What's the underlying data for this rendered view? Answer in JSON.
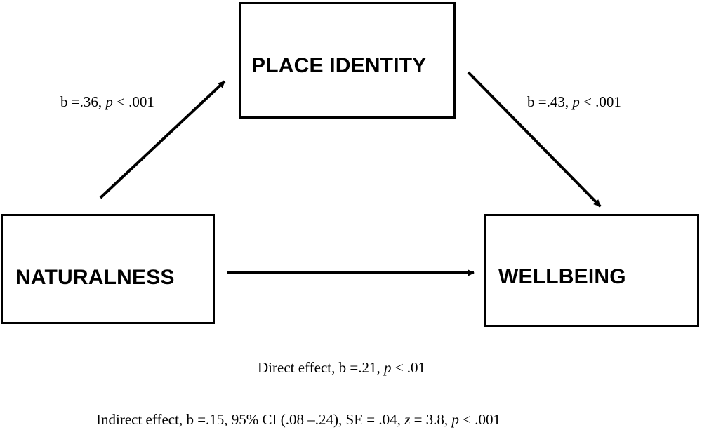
{
  "nodes": {
    "mediator": {
      "label": "PLACE IDENTITY"
    },
    "predictor": {
      "label": "NATURALNESS"
    },
    "outcome": {
      "label": "WELLBEING"
    }
  },
  "paths": {
    "a": {
      "prefix": "b =.36, ",
      "stat": "p",
      "suffix": " < .001"
    },
    "b": {
      "prefix": "b =.43, ",
      "stat": "p",
      "suffix": " < .001"
    }
  },
  "direct_effect": {
    "prefix": "Direct effect, b =.21, ",
    "stat": "p",
    "suffix": " < .01"
  },
  "indirect_effect": {
    "part1": "Indirect effect, b =.15, 95% CI (.08 –.24), SE = .04, ",
    "stat_z": "z",
    "part2": " = 3.8, ",
    "stat_p": "p",
    "part3": " < .001"
  },
  "colors": {
    "line": "#000000",
    "text": "#000000",
    "background": "#ffffff"
  }
}
